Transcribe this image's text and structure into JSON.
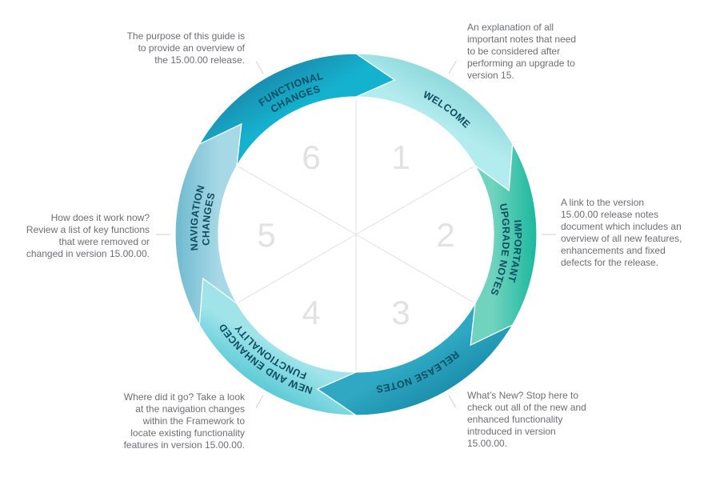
{
  "segments": [
    {
      "number": "1",
      "label_lines": [
        "WELCOME"
      ],
      "color_outer": "#8fd9dc",
      "color_inner": "#b3ecee"
    },
    {
      "number": "2",
      "label_lines": [
        "IMPORTANT",
        "UPGRADE NOTES"
      ],
      "color_outer": "#1bb79e",
      "color_inner": "#6fd3be"
    },
    {
      "number": "3",
      "label_lines": [
        "RELEASE NOTES"
      ],
      "color_outer": "#1d8fab",
      "color_inner": "#2fa8c3"
    },
    {
      "number": "4",
      "label_lines": [
        "NEW AND ENHANCED",
        "FUNCTIONALITY"
      ],
      "color_outer": "#5ccad6",
      "color_inner": "#a0e4ea"
    },
    {
      "number": "5",
      "label_lines": [
        "NAVIGATION",
        "CHANGES"
      ],
      "color_outer": "#6fb9cf",
      "color_inner": "#a7d8e6"
    },
    {
      "number": "6",
      "label_lines": [
        "FUNCTIONAL",
        "CHANGES"
      ],
      "color_outer": "#1a8fb0",
      "color_inner": "#14b2cf"
    }
  ],
  "notes": [
    {
      "lines": [
        "The purpose of this guide is",
        "to provide an overview of",
        "the 15.00.00 release."
      ]
    },
    {
      "lines": [
        "An explanation of all",
        "important notes that need",
        "to be considered after",
        "performing an upgrade to",
        "version 15."
      ]
    },
    {
      "lines": [
        "A link to the version",
        "15.00.00 release notes",
        "document which includes an",
        "overview of all new features,",
        "enhancements and fixed",
        "defects for the release."
      ]
    },
    {
      "lines": [
        "What's New? Stop here to",
        "check out all of the new and",
        "enhanced functionality",
        "introduced in version",
        "15.00.00."
      ]
    },
    {
      "lines": [
        "Where did it go? Take a look",
        "at the navigation changes",
        "within the Framework to",
        "locate existing functionality",
        "features in version 15.00.00."
      ]
    },
    {
      "lines": [
        "How does it work now?",
        "Review a list of key functions",
        "that were removed or",
        "changed in version 15.00.00."
      ]
    }
  ],
  "colors": {
    "divider": "#e6e6e6",
    "number": "#e2e2e2",
    "label": "#0e4d5f",
    "note_text": "#6d6e71",
    "leader": "#cfcfcf"
  }
}
